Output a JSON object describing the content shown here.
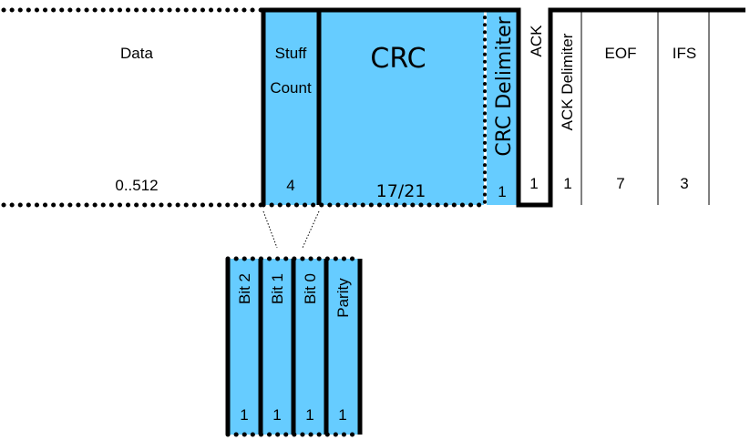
{
  "colors": {
    "field_fill": "#66ccff",
    "line": "#000000",
    "background": "#ffffff"
  },
  "frame": {
    "data": {
      "label": "Data",
      "bits": "0..512"
    },
    "stuff_count": {
      "label_line1": "Stuff",
      "label_line2": "Count",
      "bits": "4"
    },
    "crc": {
      "label": "CRC",
      "bits": "17/21"
    },
    "crc_delimiter": {
      "label": "CRC Delimiter",
      "bits": "1"
    },
    "ack": {
      "label": "ACK",
      "bits": "1"
    },
    "ack_delimiter": {
      "label": "ACK Delimiter",
      "bits": "1"
    },
    "eof": {
      "label": "EOF",
      "bits": "7"
    },
    "ifs": {
      "label": "IFS",
      "bits": "3"
    }
  },
  "stuff_count_detail": {
    "fields": [
      {
        "label": "Bit 2",
        "bits": "1"
      },
      {
        "label": "Bit 1",
        "bits": "1"
      },
      {
        "label": "Bit 0",
        "bits": "1"
      },
      {
        "label": "Parity",
        "bits": "1"
      }
    ]
  }
}
